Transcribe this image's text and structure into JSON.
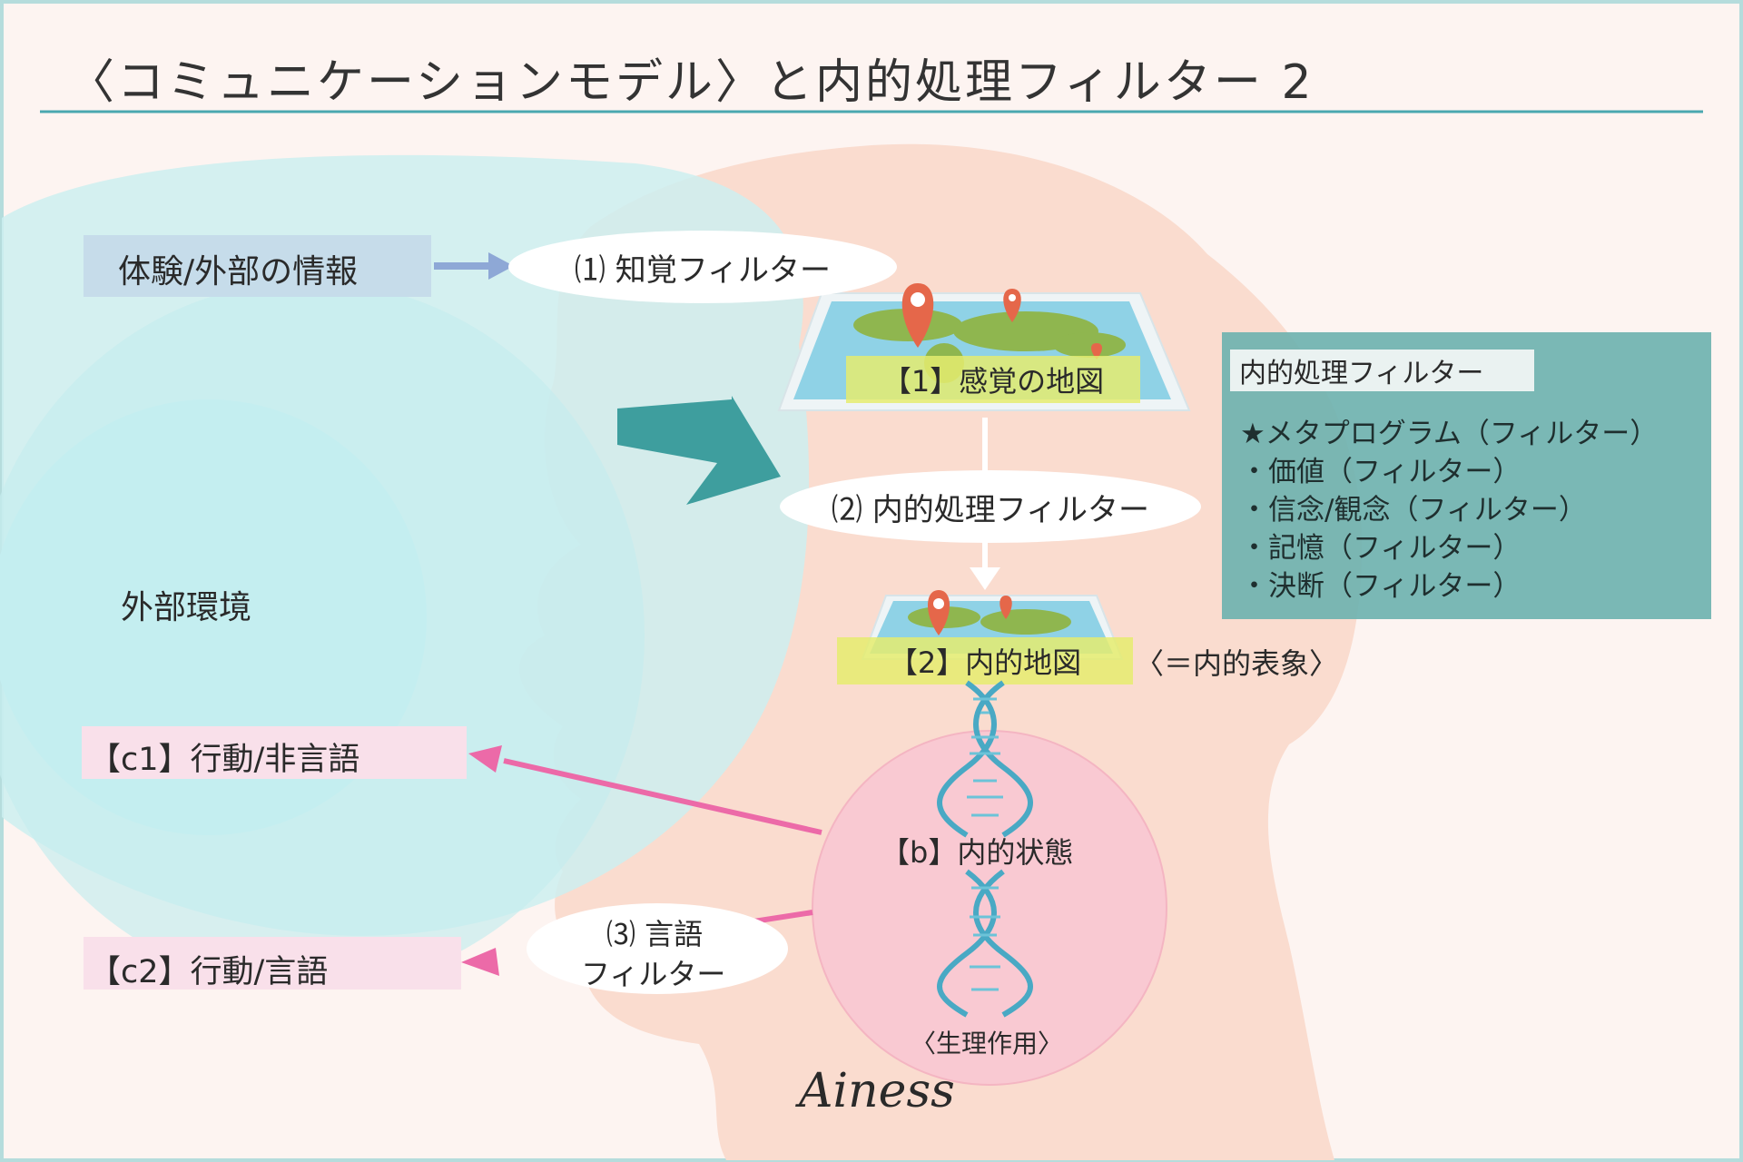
{
  "title": "〈コミュニケーションモデル〉と内的処理フィルター 2",
  "input_label": "体験/外部の情報",
  "external_environment": "外部環境",
  "filters": {
    "perception": "⑴ 知覚フィルター",
    "internal_processing": "⑵ 内的処理フィルター",
    "language_line1": "⑶ 言語",
    "language_line2": "フィルター"
  },
  "maps": {
    "sensory_map": "【1】感覚の地図",
    "internal_map": "【2】内的地図",
    "internal_representation": "〈＝内的表象〉"
  },
  "internal_state": "【b】内的状態",
  "physiology": "〈生理作用〉",
  "outputs": {
    "c1": "【c1】行動/非言語",
    "c2": "【c2】行動/言語"
  },
  "panel": {
    "heading": "内的処理フィルター",
    "items": [
      "★メタプログラム（フィルター）",
      "・価値（フィルター）",
      "・信念/観念（フィルター）",
      "・記憶（フィルター）",
      "・決断（フィルター）"
    ]
  },
  "signature": "Ainess",
  "colors": {
    "background": "#fdf4f1",
    "head": "#fadccf",
    "environment": "#cdeff0",
    "panel": "#6fb2b0",
    "arrow_teal": "#3e9e9e",
    "arrow_pink": "#ec6aa8",
    "arrow_blue": "#8ea8d6",
    "title_rule": "#4aa7b0",
    "inner_circle": "#f9c9d2"
  }
}
